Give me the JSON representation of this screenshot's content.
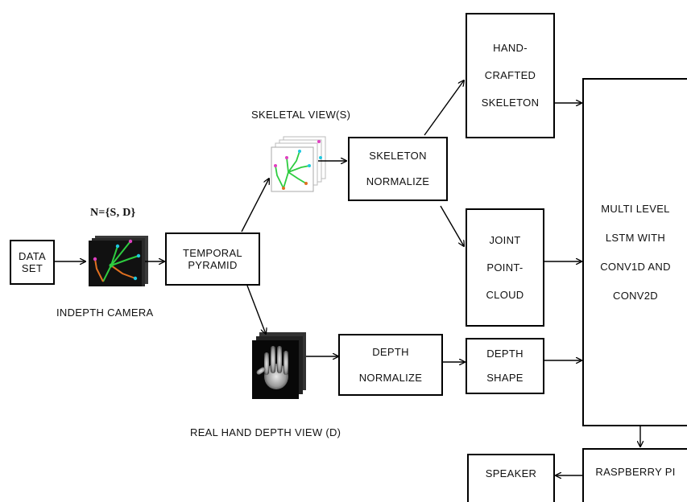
{
  "nodes": {
    "dataset": [
      "DATA",
      "SET"
    ],
    "temporal": [
      "TEMPORAL",
      "PYRAMID"
    ],
    "skel_norm": [
      "SKELETON",
      "NORMALIZE"
    ],
    "depth_norm": [
      "DEPTH",
      "NORMALIZE"
    ],
    "handcrafted": [
      "HAND-",
      "CRAFTED",
      "SKELETON"
    ],
    "jpc": [
      "JOINT",
      "POINT-",
      "CLOUD"
    ],
    "depth_shape": [
      "DEPTH",
      "SHAPE"
    ],
    "lstm": [
      "MULTI LEVEL",
      "LSTM WITH",
      "CONV1D AND",
      "CONV2D"
    ],
    "raspberry": [
      "RASPBERRY PI"
    ],
    "speaker": [
      "SPEAKER"
    ]
  },
  "labels": {
    "n_set": "N={S, D}",
    "indepth_camera": "INDEPTH CAMERA",
    "skeletal_view": "SKELETAL VIEW(S)",
    "real_depth_view": "REAL HAND DEPTH VIEW (D)"
  },
  "colors": {
    "joint_green": "#2ecc40",
    "joint_cyan": "#1ec8e0",
    "joint_magenta": "#e040c0",
    "joint_orange": "#e07020"
  }
}
